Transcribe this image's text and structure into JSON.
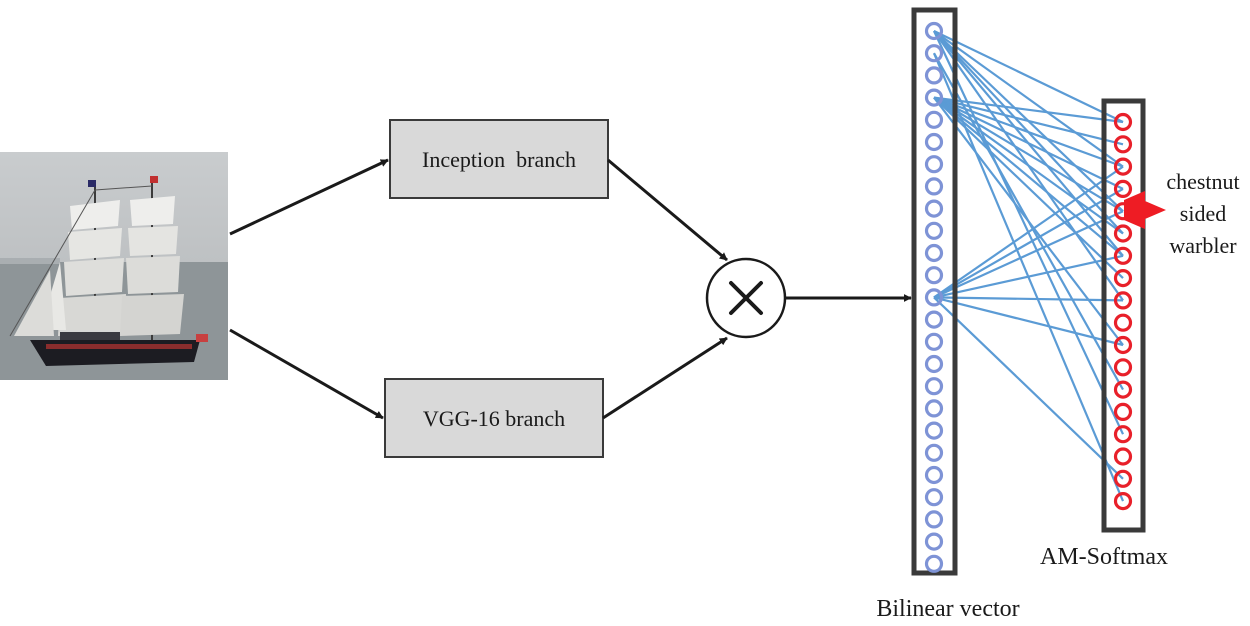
{
  "branches": {
    "inception_label": "Inception  branch",
    "vgg_label": "VGG-16 branch"
  },
  "operator": {
    "symbol": "×",
    "icon": "multiply-icon"
  },
  "layers": {
    "bilinear_label": "Bilinear vector",
    "bilinear_nodes": 25,
    "softmax_label": "AM-Softmax",
    "softmax_nodes": 18
  },
  "output": {
    "line1": "chestnut",
    "line2": "sided",
    "line3": "warbler"
  },
  "input_image": {
    "icon": "sailing-ship-photo"
  },
  "colors": {
    "box_fill": "#d9d9d9",
    "box_stroke": "#3a3a3a",
    "bilinear_node": "#7e93d6",
    "softmax_node": "#e8202a",
    "connection": "#5b9bd5",
    "output_arrow": "#ee1c24",
    "arrow": "#1a1a1a"
  }
}
